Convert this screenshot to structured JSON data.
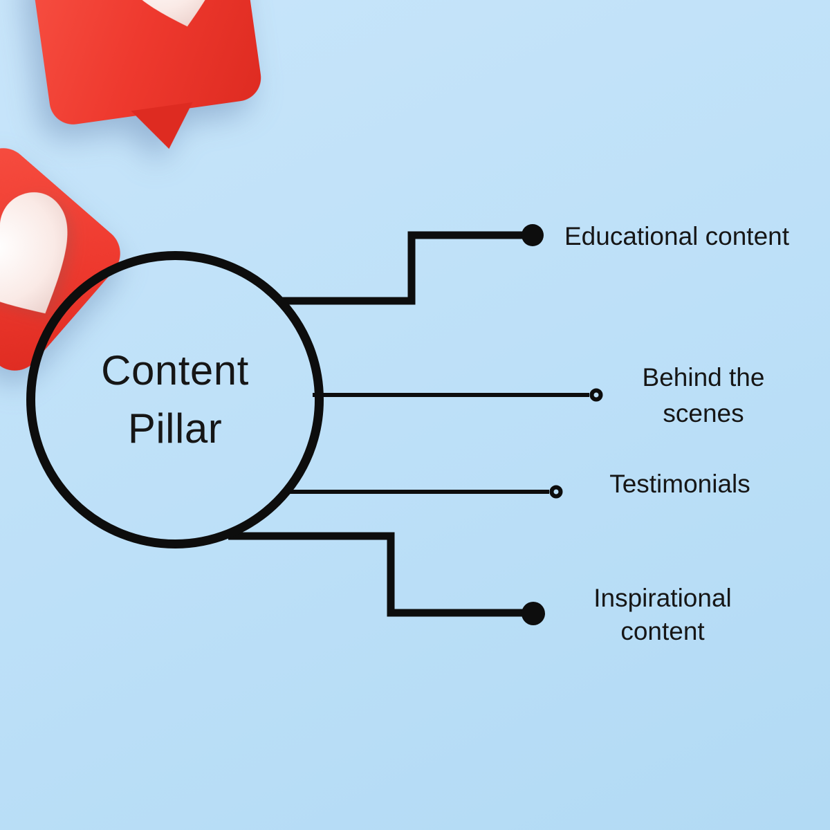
{
  "colors": {
    "background_top": "#c8e5fa",
    "background_mid": "#bde0f8",
    "background_bottom": "#b2daf4",
    "accent_red": "#ee392e",
    "accent_red_light": "#f64d40",
    "accent_red_dark": "#de2b21",
    "line_black": "#0d0d0d",
    "text_black": "#161616"
  },
  "diagram": {
    "center_label": "Content Pillar",
    "branches": [
      {
        "label": "Educational content",
        "line_style": "thick",
        "marker": "filled-dot"
      },
      {
        "label": "Behind the scenes",
        "line_style": "thin",
        "marker": "open-dot"
      },
      {
        "label": "Testimonials",
        "line_style": "thin",
        "marker": "open-dot"
      },
      {
        "label": "Inspirational content",
        "line_style": "thick",
        "marker": "filled-dot"
      }
    ]
  },
  "icons": [
    {
      "name": "like-bubble-heart-icon",
      "meaning": "social media like notification bubble with 3D heart"
    },
    {
      "name": "heart-card-icon",
      "meaning": "rotated red card with 3D heart"
    }
  ]
}
